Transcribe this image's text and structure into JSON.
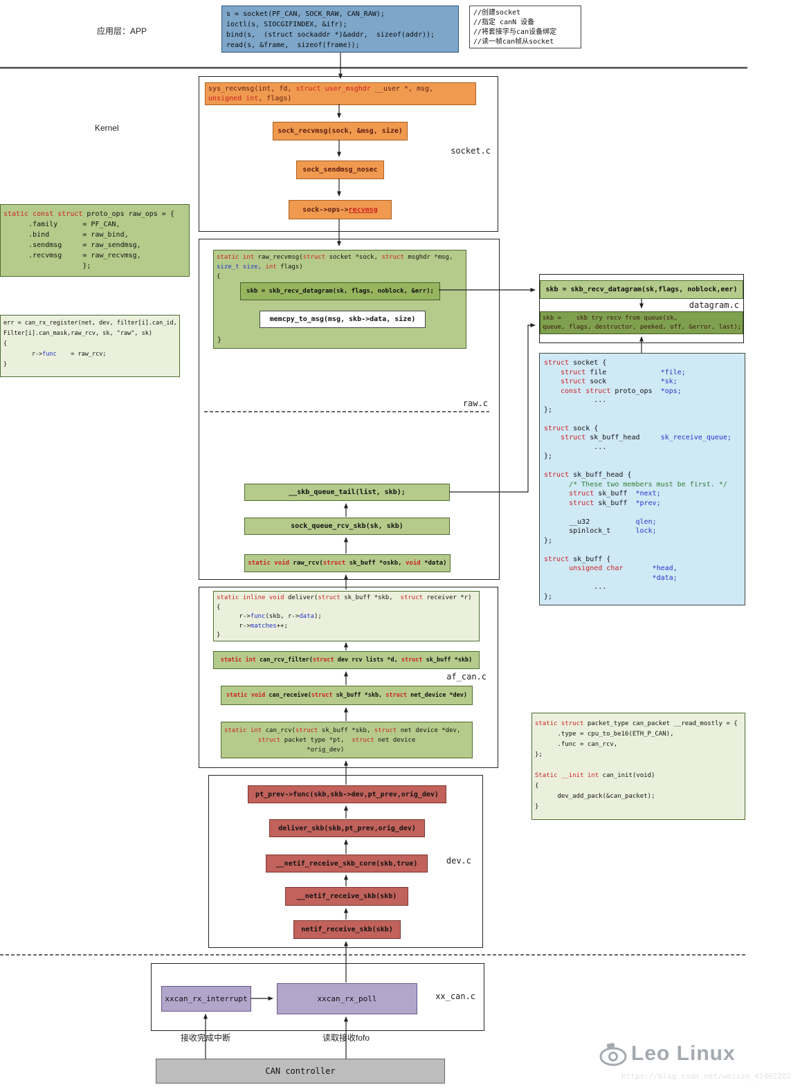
{
  "page": {
    "app_layer_label": "应用层：APP",
    "kernel_label": "Kernel"
  },
  "app": {
    "code": [
      "s = socket(PF_CAN, SOCK_RAW, CAN_RAW);",
      "ioctl(s, SIOCGIFINDEX, &ifr);",
      "bind(s,  (struct sockaddr *)&addr,  sizeof(addr));",
      "read(s, &frame,  sizeof(frame));"
    ],
    "comments": [
      "//创建socket",
      "//指定 canN 设备",
      "//将套接字与can设备绑定",
      "//读一帧can帧从socket"
    ]
  },
  "socket_c": {
    "file_label": "socket.c",
    "sys_recvmsg": [
      [
        [
          "sys_recvmsg(int, fd, ",
          ""
        ],
        [
          "struct user_msghdr",
          "r"
        ],
        [
          " __user *, msg,",
          ""
        ]
      ],
      [
        [
          "unsigned int",
          "r"
        ],
        [
          ", flags)",
          ""
        ]
      ]
    ],
    "sock_recvmsg": "sock_recvmsg(sock, &msg, size)",
    "sock_sendmsg_nosec": "sock_sendmsg_nosec",
    "sock_ops_recvmsg": [
      [
        [
          "sock->ops->",
          ""
        ],
        [
          "recvmsg",
          "ru"
        ]
      ]
    ]
  },
  "proto_ops": [
    [
      [
        "static const struct",
        "r"
      ],
      [
        " proto_ops raw_ops = {",
        ""
      ]
    ],
    "      .family      = PF_CAN,",
    "      .bind        = raw_bind,",
    "      .sendmsg     = raw_sendmsg,",
    "      .recvmsg     = raw_recvmsg,",
    "                   };"
  ],
  "raw_c": {
    "file_label": "raw.c",
    "recvmsg_head": [
      [
        [
          "static int",
          "r"
        ],
        [
          " raw_recvmsg(",
          ""
        ],
        [
          "struct",
          "r"
        ],
        [
          " socket *sock, ",
          ""
        ],
        [
          "struct",
          "r"
        ],
        [
          " msghdr *msg,",
          ""
        ]
      ],
      [
        [
          "size_t size, ",
          "b"
        ],
        [
          "int",
          "r"
        ],
        [
          " flags)",
          ""
        ]
      ],
      "{"
    ],
    "skb_recv_datagram": "skb = skb_recv_datagram(sk, flags, noblock, &err);",
    "memcpy_to_msg": "memcpy_to_msg(msg, skb->data, size)",
    "close_brace": "}",
    "skb_queue_tail": "__skb_queue_tail(list, skb);",
    "sock_queue_rcv_skb": "sock_queue_rcv_skb(sk, skb)",
    "raw_rcv": [
      [
        [
          "static void",
          "r"
        ],
        [
          " raw_rcv(",
          ""
        ],
        [
          "struct",
          "r"
        ],
        [
          " sk_buff *oskb, ",
          ""
        ],
        [
          "void",
          "r"
        ],
        [
          " *data)",
          ""
        ]
      ]
    ]
  },
  "can_rx_register": [
    "err = can_rx_register(net, dev, filter[i].can_id,",
    "Filter[i].can_mask,raw_rcv, sk, \"raw\", sk)",
    "{",
    [
      [
        "        r->",
        ""
      ],
      [
        "func",
        "b"
      ],
      [
        "    = raw_rcv;",
        ""
      ]
    ],
    "}"
  ],
  "datagram_c": {
    "file_label": "datagram.c",
    "skb_recv_datagram": "skb = skb_recv_datagram(sk,flags, noblock,eer)",
    "try_recv_queue": [
      "skb =    skb try recv from queue(sk,",
      "queue, flags, destructor, peeked, off, &error, last);"
    ]
  },
  "structs": [
    [
      [
        "struct",
        "r"
      ],
      [
        " socket {",
        ""
      ]
    ],
    [
      [
        "    ",
        ""
      ],
      [
        "struct",
        "r"
      ],
      [
        " file             ",
        ""
      ],
      [
        "*file;",
        "b"
      ]
    ],
    [
      [
        "    ",
        ""
      ],
      [
        "struct",
        "r"
      ],
      [
        " sock             ",
        ""
      ],
      [
        "*sk;",
        "b"
      ]
    ],
    [
      [
        "    ",
        ""
      ],
      [
        "const struct",
        "r"
      ],
      [
        " proto_ops  ",
        ""
      ],
      [
        "*ops;",
        "b"
      ]
    ],
    "            ...",
    "};",
    "",
    [
      [
        "struct",
        "r"
      ],
      [
        " sock {",
        ""
      ]
    ],
    [
      [
        "    ",
        ""
      ],
      [
        "struct",
        "r"
      ],
      [
        " sk_buff_head     ",
        ""
      ],
      [
        "sk_receive_queue;",
        "b"
      ]
    ],
    "            ...",
    "};",
    "",
    [
      [
        "struct",
        "r"
      ],
      [
        " sk_buff_head {",
        ""
      ]
    ],
    [
      [
        "      /* These two members must be first. */",
        "g"
      ]
    ],
    [
      [
        "      ",
        ""
      ],
      [
        "struct",
        "r"
      ],
      [
        " sk_buff  ",
        ""
      ],
      [
        "*next;",
        "b"
      ]
    ],
    [
      [
        "      ",
        ""
      ],
      [
        "struct",
        "r"
      ],
      [
        " sk_buff  ",
        ""
      ],
      [
        "*prev;",
        "b"
      ]
    ],
    "",
    [
      [
        "      __u32           ",
        ""
      ],
      [
        "qlen;",
        "b"
      ]
    ],
    [
      [
        "      spinlock_t      ",
        ""
      ],
      [
        "lock;",
        "b"
      ]
    ],
    "};",
    "",
    [
      [
        "struct",
        "r"
      ],
      [
        " sk_buff {",
        ""
      ]
    ],
    [
      [
        "      ",
        ""
      ],
      [
        "unsigned char",
        "r"
      ],
      [
        "       ",
        ""
      ],
      [
        "*head,",
        "b"
      ]
    ],
    [
      [
        "                          ",
        ""
      ],
      [
        "*data;",
        "b"
      ]
    ],
    "            ...",
    "};"
  ],
  "af_can_c": {
    "file_label": "af_can.c",
    "deliver": [
      [
        [
          "static inline void",
          "r"
        ],
        [
          " deliver(",
          ""
        ],
        [
          "struct",
          "r"
        ],
        [
          " sk_buff *skb,  ",
          ""
        ],
        [
          "struct",
          "r"
        ],
        [
          " receiver *r)",
          ""
        ]
      ],
      "{",
      [
        [
          "      r->",
          ""
        ],
        [
          "func",
          "b"
        ],
        [
          "(skb, r->",
          ""
        ],
        [
          "data",
          "b"
        ],
        [
          ");",
          ""
        ]
      ],
      [
        [
          "      r->",
          ""
        ],
        [
          "matches",
          "b"
        ],
        [
          "++;",
          ""
        ]
      ],
      "}"
    ],
    "can_rcv_filter": [
      [
        [
          "static int",
          "r"
        ],
        [
          " can_rcv_filter(",
          ""
        ],
        [
          "struct",
          "r"
        ],
        [
          " dev rcv lists *d,  ",
          ""
        ],
        [
          "struct",
          "r"
        ],
        [
          " sk_buff *skb)",
          ""
        ]
      ]
    ],
    "can_receive": [
      [
        [
          "static void",
          "r"
        ],
        [
          " can_receive(",
          ""
        ],
        [
          "struct",
          "r"
        ],
        [
          " sk_buff *skb,  ",
          ""
        ],
        [
          "struct",
          "r"
        ],
        [
          " net_device *dev)",
          ""
        ]
      ]
    ],
    "can_rcv": [
      [
        [
          "static int",
          "r"
        ],
        [
          " can_rcv(",
          ""
        ],
        [
          "struct",
          "r"
        ],
        [
          " sk_buff *skb, ",
          ""
        ],
        [
          "struct",
          "r"
        ],
        [
          " net device *dev,",
          ""
        ]
      ],
      [
        [
          "         ",
          ""
        ],
        [
          "struct",
          "r"
        ],
        [
          " packet type *pt,  ",
          ""
        ],
        [
          "struct",
          "r"
        ],
        [
          " net device",
          ""
        ]
      ],
      "                      *orig_dev)"
    ]
  },
  "packet_type": [
    [
      [
        "static struct",
        "r"
      ],
      [
        " packet_type can_packet __read_mostly = {",
        ""
      ]
    ],
    "      .type = cpu_to_be16(ETH_P_CAN),",
    "      .func = can_rcv,",
    "};",
    "",
    [
      [
        "Static __init int",
        "r"
      ],
      [
        " can_init(void)",
        ""
      ]
    ],
    "{",
    "      dev_add_pack(&can_packet);",
    "}"
  ],
  "dev_c": {
    "file_label": "dev.c",
    "pt_prev_func": "pt_prev->func(skb,skb->dev,pt_prev,orig_dev)",
    "deliver_skb": "deliver_skb(skb,pt_prev,orig_dev)",
    "netif_receive_skb_core": "__netif_receive_skb_core(skb,true)",
    "netif_receive_skb_inner": "__netif_receive_skb(skb)",
    "netif_receive_skb": "netif_receive_skb(skb)"
  },
  "xx_can_c": {
    "file_label": "xx_can.c",
    "interrupt": "xxcan_rx_interrupt",
    "poll": "xxcan_rx_poll",
    "irq_caption": "接收完成中断",
    "fifo_caption": "读取接收fofo"
  },
  "can_controller": "CAN controller",
  "watermark": {
    "brand": "Leo Linux",
    "url": "https://blog.csdn.net/weixin_42462202"
  }
}
